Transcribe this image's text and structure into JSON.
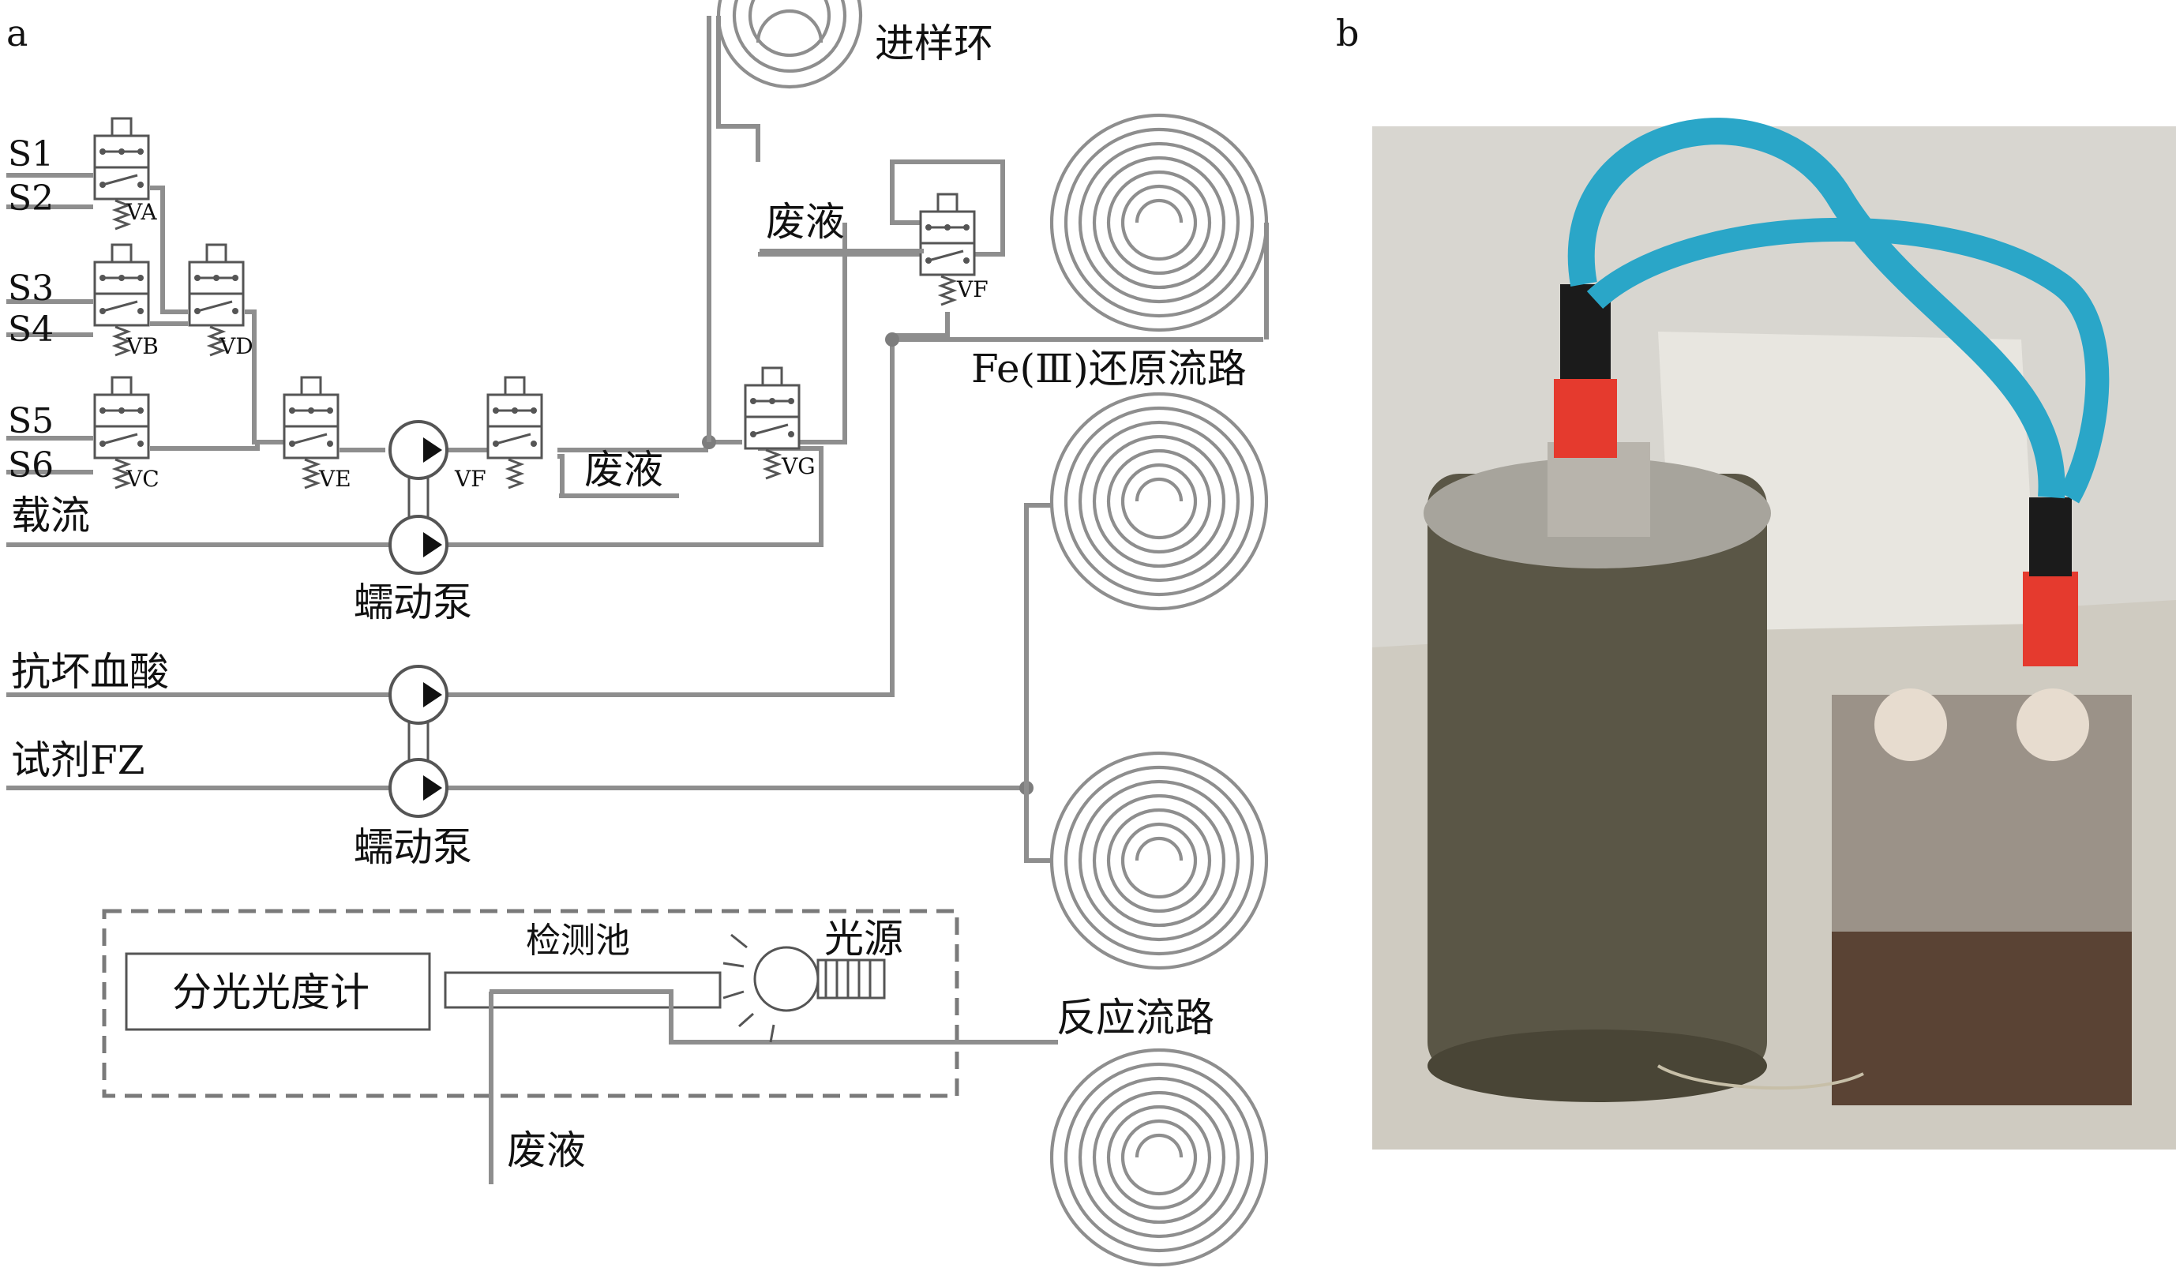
{
  "panels": {
    "a": "a",
    "b": "b"
  },
  "inputs": {
    "s1": "S1",
    "s2": "S2",
    "s3": "S3",
    "s4": "S4",
    "s5": "S5",
    "s6": "S6",
    "carrier": "载流"
  },
  "valves": {
    "va": "VA",
    "vb": "VB",
    "vc": "VC",
    "vd": "VD",
    "ve": "VE",
    "vf": "VF",
    "vf2": "VF",
    "vg": "VG"
  },
  "labels": {
    "sample_loop": "进样环",
    "waste_top": "废液",
    "waste_mid": "废液",
    "waste_bottom": "废液",
    "reduction_path": "Fe(Ⅲ)还原流路",
    "pump_1": "蠕动泵",
    "pump_2": "蠕动泵",
    "ascorbic_acid": "抗坏血酸",
    "reagent_fz": "试剂FZ",
    "spectrophotometer": "分光光度计",
    "detection_cell": "检测池",
    "light_source": "光源",
    "reaction_path": "反应流路"
  },
  "colors": {
    "pipe": "#8e8e8e",
    "photo_background": "#d8d6d0",
    "device_body": "#5a5646",
    "tubing": "#2aa6c8",
    "fitting": "#e53a2e"
  },
  "photo": {
    "subject": "field analyzer: cylindrical housing with blue tubing, red fittings and pump module"
  }
}
